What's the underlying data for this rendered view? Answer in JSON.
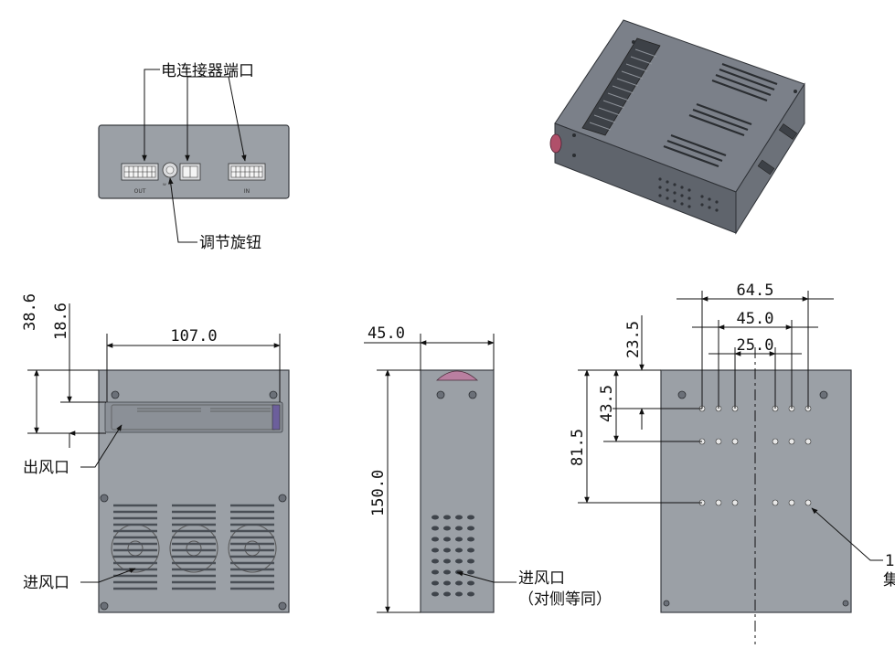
{
  "callouts": {
    "connector_port": "电连接器端口",
    "adjust_knob": "调节旋钮",
    "air_outlet": "出风口",
    "air_inlet": "进风口",
    "air_inlet_side": "进风口",
    "same_both_sides": "（对侧等同）",
    "hole_label_line1": "1",
    "hole_label_line2": "集"
  },
  "panel_labels": {
    "out": "OUT",
    "in": "IN",
    "knob": "ᵂ"
  },
  "dimensions": {
    "front_height_total": "38.6",
    "front_height_slot": "18.6",
    "front_width": "107.0",
    "side_depth": "45.0",
    "side_height": "150.0",
    "holes_width_outer": "64.5",
    "holes_width_mid": "45.0",
    "holes_width_inner": "25.0",
    "holes_top_offset": "23.5",
    "holes_row2": "43.5",
    "holes_row3": "81.5"
  }
}
